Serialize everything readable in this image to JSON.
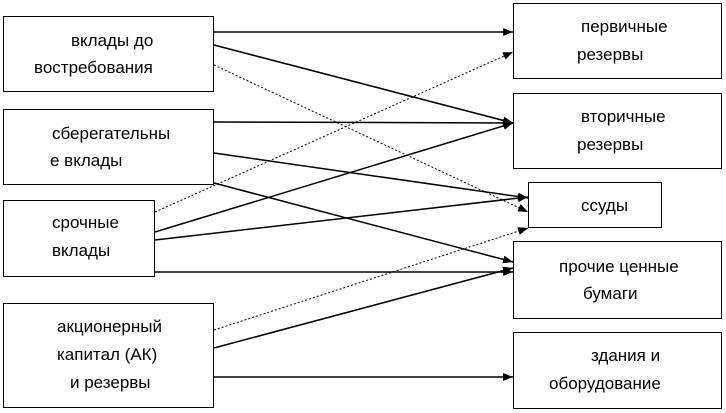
{
  "sources": {
    "demand": [
      "вклады до",
      "востребования"
    ],
    "savings": [
      "сберегательны",
      "е вклады"
    ],
    "term": [
      "срочные",
      "вклады"
    ],
    "equity": [
      "акционерный",
      "капитал (АК)",
      "и резервы"
    ]
  },
  "targets": {
    "primary": [
      "первичные",
      "резервы"
    ],
    "secondary": [
      "вторичные",
      "резервы"
    ],
    "loans": [
      "ссуды"
    ],
    "securities": [
      "прочие ценные",
      "бумаги"
    ],
    "buildings": [
      "здания и",
      "оборудование"
    ]
  },
  "connections": [
    {
      "from": "demand",
      "to": "primary",
      "style": "solid"
    },
    {
      "from": "demand",
      "to": "secondary",
      "style": "solid"
    },
    {
      "from": "demand",
      "to": "loans",
      "style": "dotted"
    },
    {
      "from": "savings",
      "to": "secondary",
      "style": "solid"
    },
    {
      "from": "savings",
      "to": "loans",
      "style": "solid"
    },
    {
      "from": "savings",
      "to": "securities",
      "style": "solid"
    },
    {
      "from": "term",
      "to": "primary",
      "style": "dotted"
    },
    {
      "from": "term",
      "to": "secondary",
      "style": "solid"
    },
    {
      "from": "term",
      "to": "loans",
      "style": "solid"
    },
    {
      "from": "term",
      "to": "securities",
      "style": "solid"
    },
    {
      "from": "equity",
      "to": "loans",
      "style": "dotted"
    },
    {
      "from": "equity",
      "to": "securities",
      "style": "solid"
    },
    {
      "from": "equity",
      "to": "buildings",
      "style": "solid"
    }
  ],
  "colors": {
    "line": "#000000",
    "box_border": "#000000",
    "background": "#ffffff"
  }
}
